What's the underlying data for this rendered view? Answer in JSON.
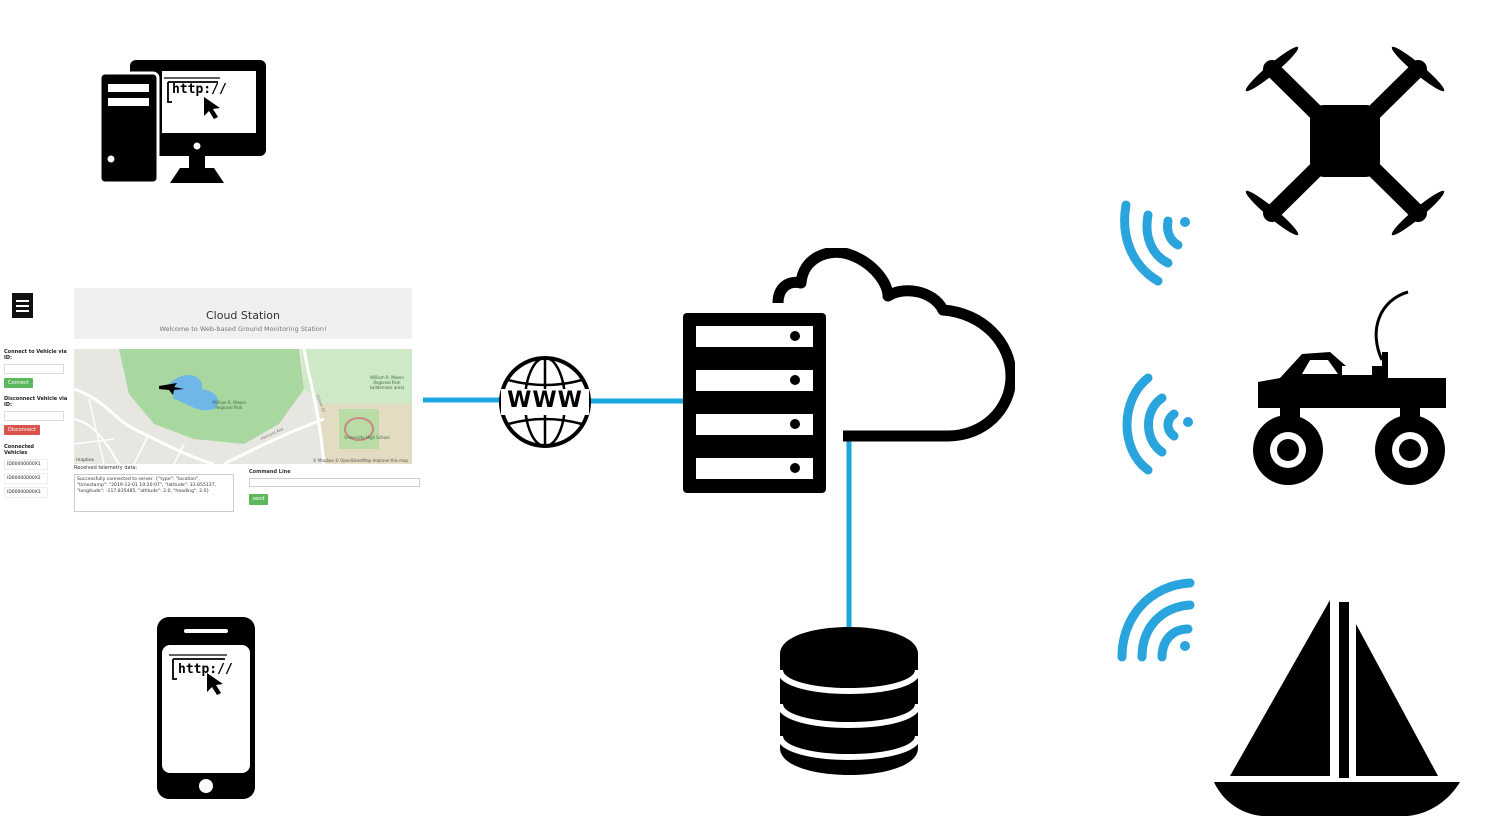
{
  "icons": {
    "desktop": "desktop-computer-icon",
    "phone": "smartphone-icon",
    "www": "www-globe-icon",
    "cloud_server": "cloud-server-icon",
    "database": "database-icon",
    "drone": "drone-icon",
    "rover": "rc-truck-icon",
    "boat": "sailboat-icon",
    "signal": "wireless-signal-icon"
  },
  "colors": {
    "link": "#1aa7e0",
    "signal": "#2aa4dc",
    "icon": "#000000"
  },
  "labels": {
    "desktop_url": "http://",
    "phone_url": "http://",
    "www": "WWW"
  },
  "app": {
    "title": "Cloud Station",
    "subtitle": "Welcome to Web-based Ground Monitoring Station!",
    "connect_label": "Connect to Vehicle via ID:",
    "connect_btn": "Connect",
    "disconnect_label": "Disconnect Vehicle via ID:",
    "disconnect_btn": "Disconnect",
    "connected_label": "Connected Vehicles",
    "vehicles": [
      "ID00000000X1",
      "ID00000000X2",
      "ID00000000X3"
    ],
    "telemetry_label": "Received telemetry data:",
    "telemetry_text": "Successfully connected to server. {\"type\": \"location\", \"timestamp\": \"2019-12-01 19:20:07\", \"latitude\": 33.655137, \"longitude\": -117.835485, \"altitude\": 2.0, \"heading\": 2.0}",
    "command_label": "Command Line",
    "send_btn": "send",
    "map": {
      "labels": [
        "William R. Mason Regional Park",
        "William R. Mason Regional Park (wilderness area)",
        "University High School",
        "Harvard Ave",
        "Culver Dr"
      ],
      "logo": "mapbox",
      "credit": "© Mapbox © OpenStreetMap  Improve this map"
    }
  }
}
